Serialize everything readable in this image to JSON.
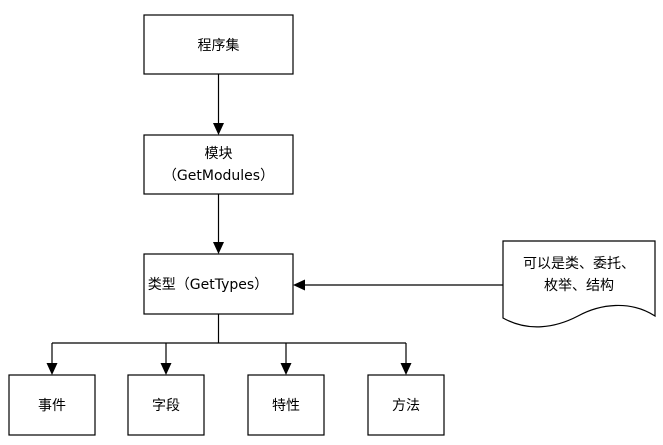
{
  "nodes": {
    "assembly": {
      "label": "程序集"
    },
    "module": {
      "line1": "模块",
      "line2": "（GetModules）"
    },
    "type": {
      "label": "类型（GetTypes）"
    },
    "event": {
      "label": "事件"
    },
    "field": {
      "label": "字段"
    },
    "attribute": {
      "label": "特性"
    },
    "method": {
      "label": "方法"
    }
  },
  "note": {
    "line1": "可以是类、委托、",
    "line2": "枚举、结构"
  }
}
